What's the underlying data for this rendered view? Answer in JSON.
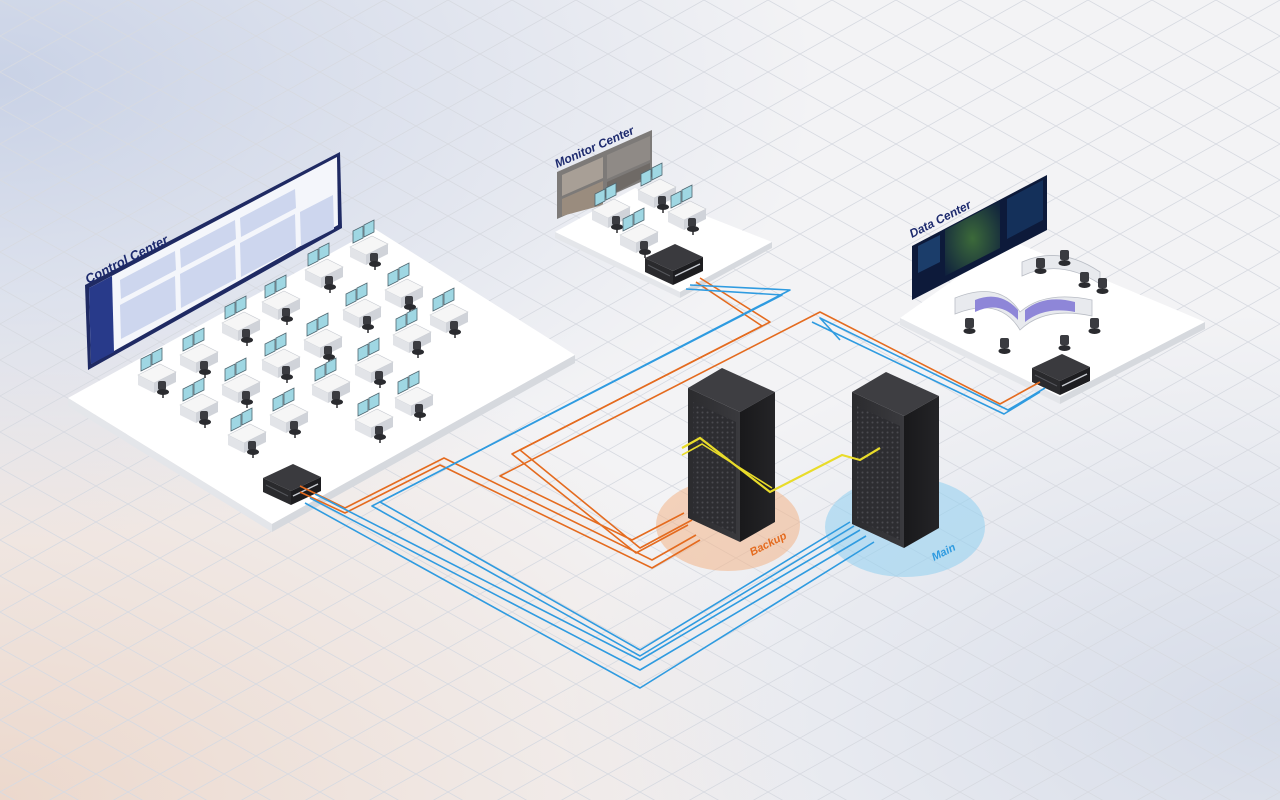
{
  "zones": {
    "control_center": "Control Center",
    "monitor_center": "Monitor Center",
    "data_center": "Data Center"
  },
  "servers": {
    "backup": "Backup",
    "main": "Main"
  },
  "colors": {
    "blue_link": "#2f9be0",
    "orange_link": "#e46b1f",
    "yellow_link": "#e9dc2a",
    "label_navy": "#1d2a6e",
    "backup_halo": "#f2b488",
    "main_halo": "#8fd0f0"
  },
  "icons": [
    "workstation-icon",
    "server-rack-icon",
    "kvm-extender-icon",
    "video-wall-icon",
    "chair-icon"
  ]
}
